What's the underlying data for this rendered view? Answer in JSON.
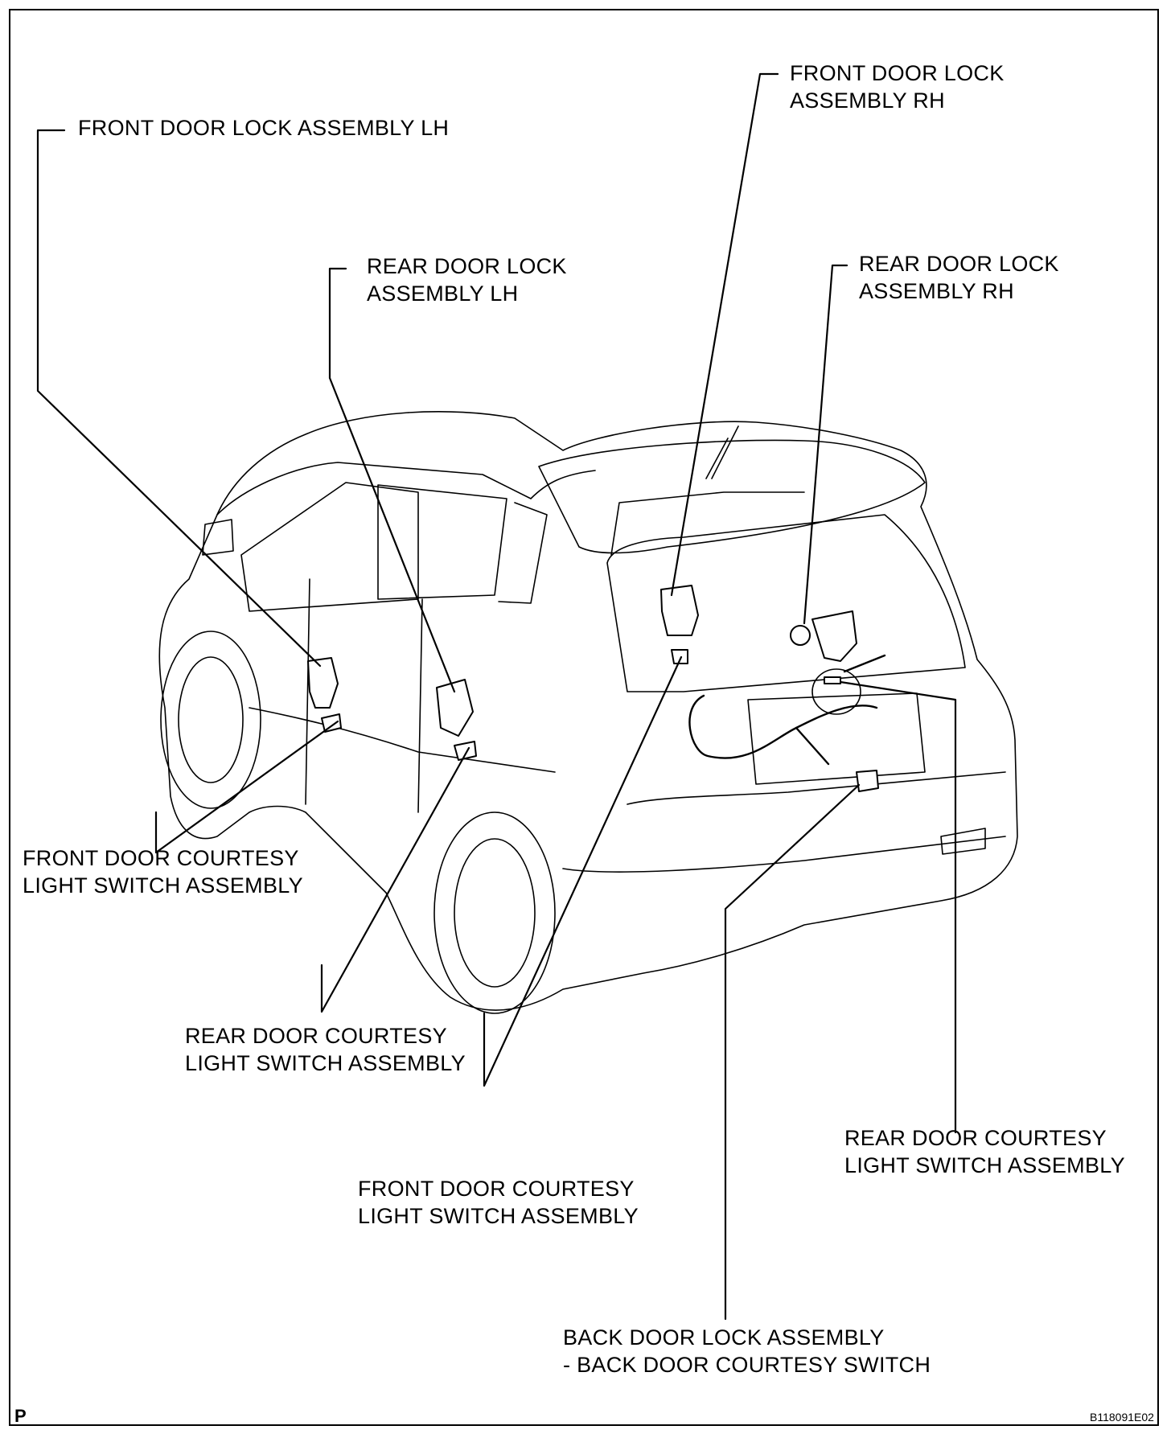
{
  "labels": {
    "front_lock_lh": [
      "FRONT DOOR LOCK ASSEMBLY LH"
    ],
    "rear_lock_lh": [
      "REAR DOOR LOCK",
      "ASSEMBLY LH"
    ],
    "front_lock_rh": [
      "FRONT DOOR LOCK",
      "ASSEMBLY RH"
    ],
    "rear_lock_rh": [
      "REAR DOOR LOCK",
      "ASSEMBLY RH"
    ],
    "front_courtesy_left": [
      "FRONT DOOR COURTESY",
      "LIGHT SWITCH ASSEMBLY"
    ],
    "rear_courtesy_left": [
      "REAR DOOR COURTESY",
      "LIGHT SWITCH ASSEMBLY"
    ],
    "front_courtesy_right": [
      "FRONT DOOR COURTESY",
      "LIGHT SWITCH ASSEMBLY"
    ],
    "rear_courtesy_right": [
      "REAR DOOR COURTESY",
      "LIGHT SWITCH ASSEMBLY"
    ],
    "back_lock": [
      "BACK DOOR LOCK ASSEMBLY",
      "- BACK DOOR COURTESY SWITCH"
    ]
  },
  "corner_mark": "P",
  "figure_code": "B118091E02"
}
